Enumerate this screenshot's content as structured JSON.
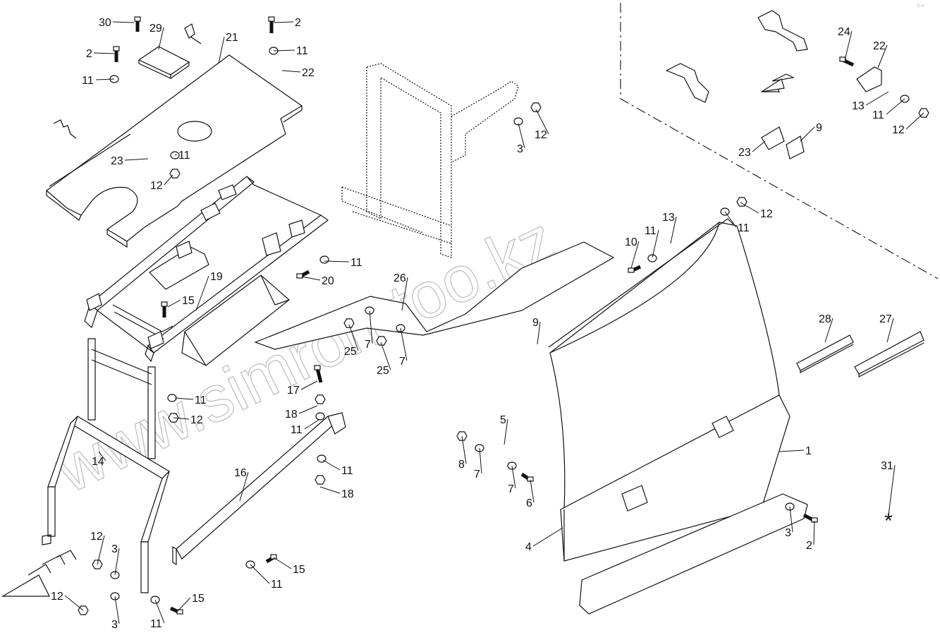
{
  "watermark": "www.simron-too.kz",
  "corner_mark": "ⓢ ꟷ",
  "callouts": [
    {
      "key": "c30",
      "label": "30"
    },
    {
      "key": "c29",
      "label": "29"
    },
    {
      "key": "c21",
      "label": "21"
    },
    {
      "key": "c2a",
      "label": "2"
    },
    {
      "key": "c11a",
      "label": "11"
    },
    {
      "key": "c22a",
      "label": "22"
    },
    {
      "key": "c2b",
      "label": "2"
    },
    {
      "key": "c11b",
      "label": "11"
    },
    {
      "key": "c23a",
      "label": "23"
    },
    {
      "key": "c11c",
      "label": "11"
    },
    {
      "key": "c12a",
      "label": "12"
    },
    {
      "key": "c3a",
      "label": "3"
    },
    {
      "key": "c12b",
      "label": "12"
    },
    {
      "key": "c24",
      "label": "24"
    },
    {
      "key": "c22b",
      "label": "22"
    },
    {
      "key": "c13a",
      "label": "13"
    },
    {
      "key": "c11d",
      "label": "11"
    },
    {
      "key": "c12c",
      "label": "12"
    },
    {
      "key": "c9a",
      "label": "9"
    },
    {
      "key": "c23b",
      "label": "23"
    },
    {
      "key": "c19",
      "label": "19"
    },
    {
      "key": "c11e",
      "label": "11"
    },
    {
      "key": "c20",
      "label": "20"
    },
    {
      "key": "c15a",
      "label": "15"
    },
    {
      "key": "c26",
      "label": "26"
    },
    {
      "key": "c25a",
      "label": "25"
    },
    {
      "key": "c7a",
      "label": "7"
    },
    {
      "key": "c25b",
      "label": "25"
    },
    {
      "key": "c7b",
      "label": "7"
    },
    {
      "key": "c13b",
      "label": "13"
    },
    {
      "key": "c10",
      "label": "10"
    },
    {
      "key": "c11f",
      "label": "11"
    },
    {
      "key": "c11g",
      "label": "11"
    },
    {
      "key": "c12d",
      "label": "12"
    },
    {
      "key": "c9b",
      "label": "9"
    },
    {
      "key": "c28",
      "label": "28"
    },
    {
      "key": "c27",
      "label": "27"
    },
    {
      "key": "c17",
      "label": "17"
    },
    {
      "key": "c11h",
      "label": "11"
    },
    {
      "key": "c12e",
      "label": "12"
    },
    {
      "key": "c18a",
      "label": "18"
    },
    {
      "key": "c11i",
      "label": "11"
    },
    {
      "key": "c14",
      "label": "14"
    },
    {
      "key": "c16",
      "label": "16"
    },
    {
      "key": "c11j",
      "label": "11"
    },
    {
      "key": "c18b",
      "label": "18"
    },
    {
      "key": "c5",
      "label": "5"
    },
    {
      "key": "c8",
      "label": "8"
    },
    {
      "key": "c7c",
      "label": "7"
    },
    {
      "key": "c7d",
      "label": "7"
    },
    {
      "key": "c6",
      "label": "6"
    },
    {
      "key": "c1",
      "label": "1"
    },
    {
      "key": "c31",
      "label": "31"
    },
    {
      "key": "c3b",
      "label": "3"
    },
    {
      "key": "c2c",
      "label": "2"
    },
    {
      "key": "c4",
      "label": "4"
    },
    {
      "key": "c12f",
      "label": "12"
    },
    {
      "key": "c3c",
      "label": "3"
    },
    {
      "key": "c15b",
      "label": "15"
    },
    {
      "key": "c11k",
      "label": "11"
    },
    {
      "key": "c12g",
      "label": "12"
    },
    {
      "key": "c3d",
      "label": "3"
    },
    {
      "key": "c11l",
      "label": "11"
    },
    {
      "key": "c15c",
      "label": "15"
    }
  ],
  "asterisk": "*"
}
